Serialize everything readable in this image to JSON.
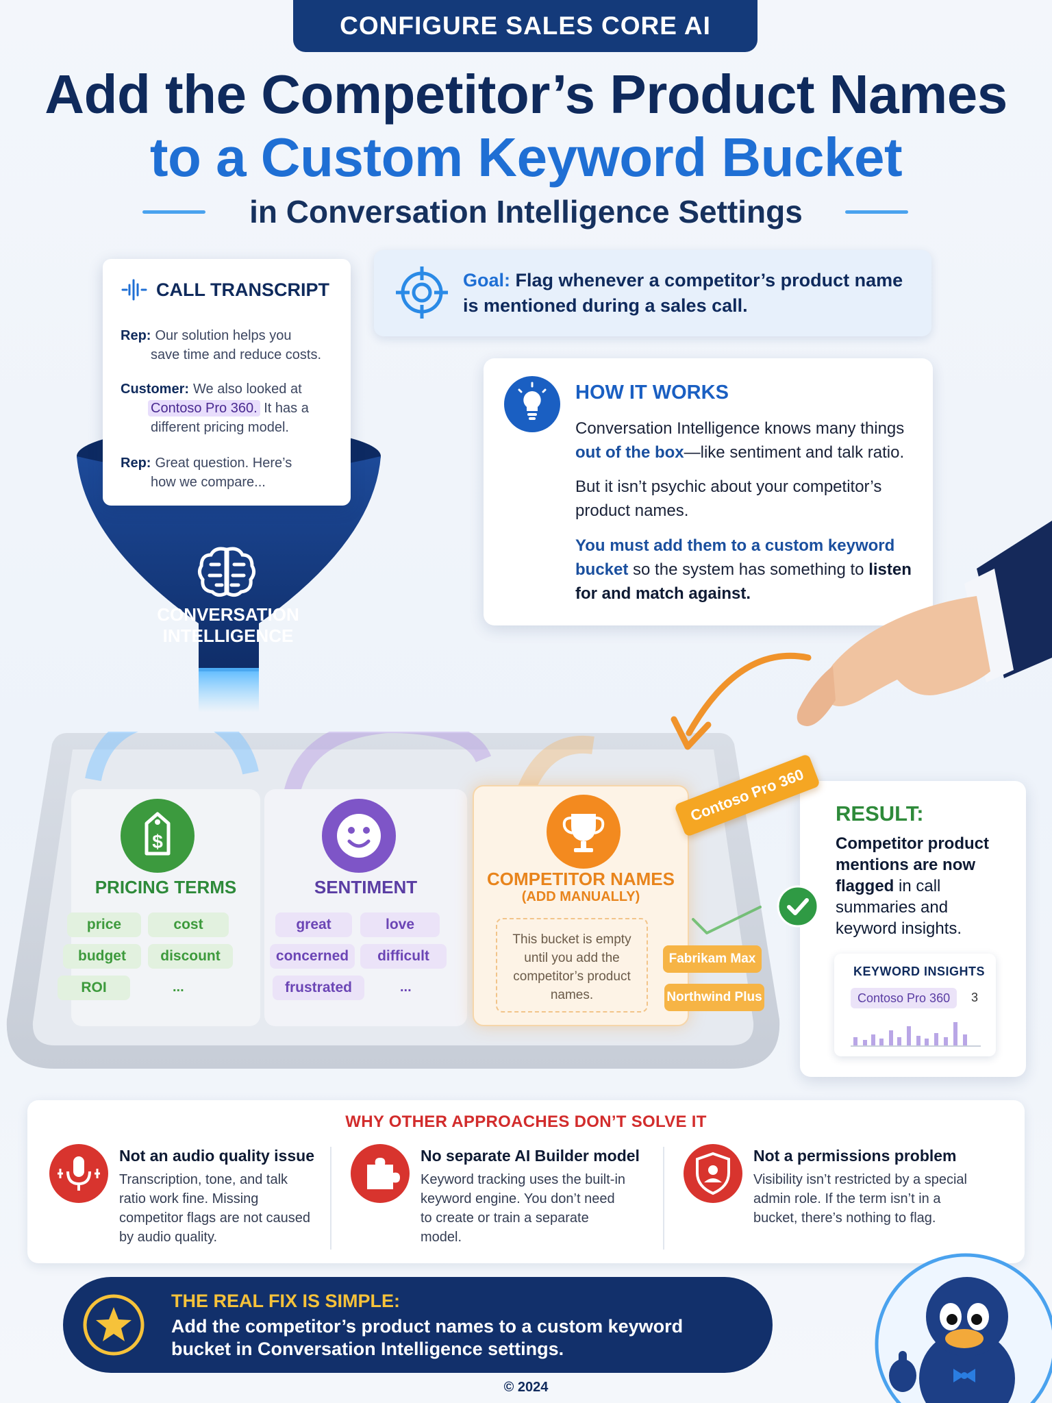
{
  "header": {
    "banner": "CONFIGURE SALES CORE AI",
    "title_line1": "Add the Competitor’s Product Names",
    "title_line2": "to a Custom Keyword Bucket",
    "subtitle": "in Conversation Intelligence Settings"
  },
  "transcript": {
    "label": "CALL TRANSCRIPT",
    "lines": [
      {
        "speaker": "Rep:",
        "text1": "Our solution helps you",
        "text2": "save time and reduce costs."
      },
      {
        "speaker": "Customer:",
        "text1": "We also looked at",
        "highlight": "Contoso Pro 360.",
        "text2": "It has a",
        "text3": "different pricing model."
      },
      {
        "speaker": "Rep:",
        "text1": "Great question. Here’s",
        "text2": "how we compare..."
      }
    ]
  },
  "funnel": {
    "label_line1": "CONVERSATION",
    "label_line2": "INTELLIGENCE"
  },
  "goal": {
    "prefix": "Goal:",
    "text": "Flag whenever a competitor’s product name is mentioned during a sales call."
  },
  "how_it_works": {
    "title": "HOW IT WORKS",
    "p1_a": "Conversation Intelligence knows many things",
    "p1_b": "out of the box",
    "p1_c": "—like sentiment and talk ratio.",
    "p2": "But it isn’t psychic about your competitor’s product names.",
    "p3_a": "You must add them to a custom keyword bucket",
    "p3_b": "so the system has something to",
    "p3_c": "listen for and match against."
  },
  "buckets": {
    "pricing": {
      "title": "PRICING TERMS",
      "tags": [
        "price",
        "cost",
        "budget",
        "discount",
        "ROI"
      ],
      "more": "..."
    },
    "sentiment": {
      "title": "SENTIMENT",
      "tags": [
        "great",
        "love",
        "concerned",
        "difficult",
        "frustrated"
      ],
      "more": "..."
    },
    "competitor": {
      "title": "COMPETITOR NAMES",
      "subtitle": "(ADD MANUALLY)",
      "empty_text": "This bucket is empty until you add the competitor’s product names.",
      "tags": [
        "Fabrikam Max",
        "Northwind Plus"
      ],
      "new_tag": "Contoso Pro 360"
    }
  },
  "result": {
    "title": "RESULT:",
    "t1": "Competitor product mentions are now flagged",
    "t2": "in call summaries and keyword insights.",
    "insights_title": "KEYWORD INSIGHTS",
    "insight_term": "Contoso Pro 360",
    "insight_count": "3"
  },
  "why": {
    "title": "WHY OTHER APPROACHES DON’T SOLVE IT",
    "items": [
      {
        "heading": "Not an audio quality issue",
        "text": "Transcription, tone, and talk ratio work fine. Missing competitor flags are not caused by audio quality."
      },
      {
        "heading": "No separate AI Builder model",
        "text": "Keyword tracking uses the built-in keyword engine. You don’t need to create or train a separate model."
      },
      {
        "heading": "Not a permissions problem",
        "text": "Visibility isn’t restricted by a special admin role. If the term isn’t in a bucket, there’s nothing to flag."
      }
    ]
  },
  "fix": {
    "title": "THE REAL FIX IS SIMPLE:",
    "text": "Add the competitor’s product names to a custom keyword bucket in Conversation Intelligence settings."
  },
  "footer": {
    "copyright": "© 2024"
  },
  "colors": {
    "navy": "#143a7a",
    "blue": "#1f6fd4",
    "green": "#3d9a3c",
    "purple": "#6b45b5",
    "orange": "#f0932b",
    "red": "#d8342e"
  }
}
